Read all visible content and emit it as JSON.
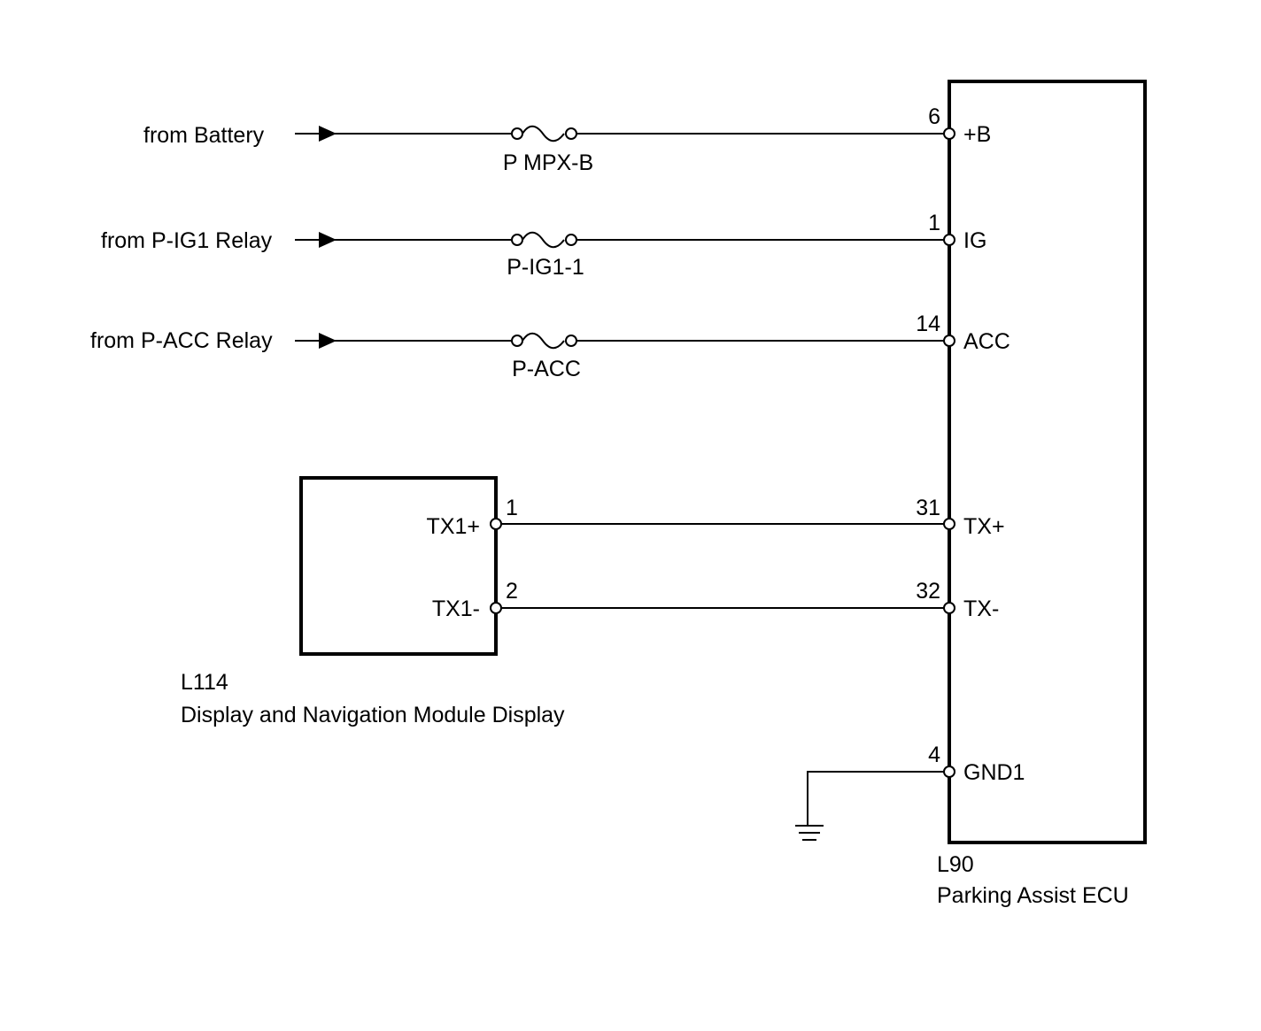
{
  "sources": {
    "battery": "from Battery",
    "ig1_relay": "from P-IG1 Relay",
    "acc_relay": "from P-ACC Relay"
  },
  "fuses": {
    "f1": "P MPX-B",
    "f2": "P-IG1-1",
    "f3": "P-ACC"
  },
  "ecu": {
    "code": "L90",
    "name": "Parking Assist ECU",
    "pins": {
      "p6": {
        "num": "6",
        "label": "+B"
      },
      "p1": {
        "num": "1",
        "label": "IG"
      },
      "p14": {
        "num": "14",
        "label": "ACC"
      },
      "p31": {
        "num": "31",
        "label": "TX+"
      },
      "p32": {
        "num": "32",
        "label": "TX-"
      },
      "p4": {
        "num": "4",
        "label": "GND1"
      }
    }
  },
  "display": {
    "code": "L114",
    "name": "Display and Navigation Module Display",
    "pins": {
      "p1": {
        "num": "1",
        "label": "TX1+"
      },
      "p2": {
        "num": "2",
        "label": "TX1-"
      }
    }
  }
}
